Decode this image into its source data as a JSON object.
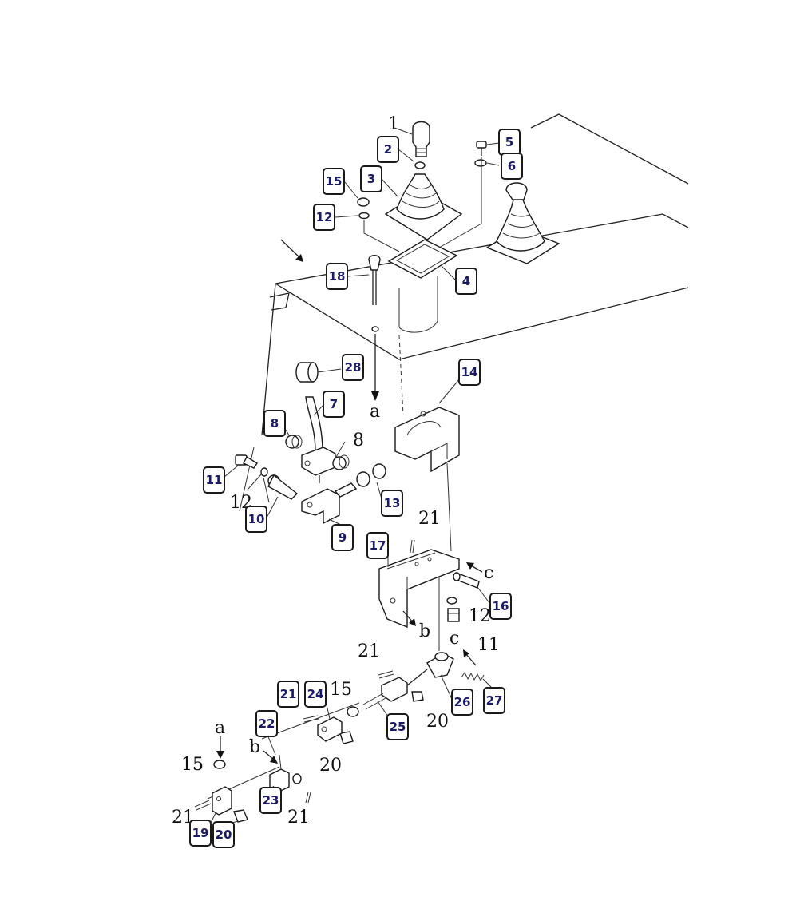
{
  "callouts": [
    "2",
    "3",
    "15",
    "12",
    "5",
    "6",
    "4",
    "18",
    "28",
    "14",
    "7",
    "8",
    "11",
    "10",
    "13",
    "9",
    "17",
    "16",
    "21",
    "24",
    "22",
    "25",
    "26",
    "27",
    "23",
    "19",
    "20"
  ],
  "plain_labels": [
    "1",
    "8",
    "12",
    "21",
    "c",
    "12",
    "11",
    "c",
    "21",
    "15",
    "20",
    "20",
    "a",
    "b",
    "15",
    "21",
    "21",
    "a",
    "b"
  ],
  "colors": {
    "callout_text": "#1a1a66",
    "line": "#1a1a1a"
  }
}
